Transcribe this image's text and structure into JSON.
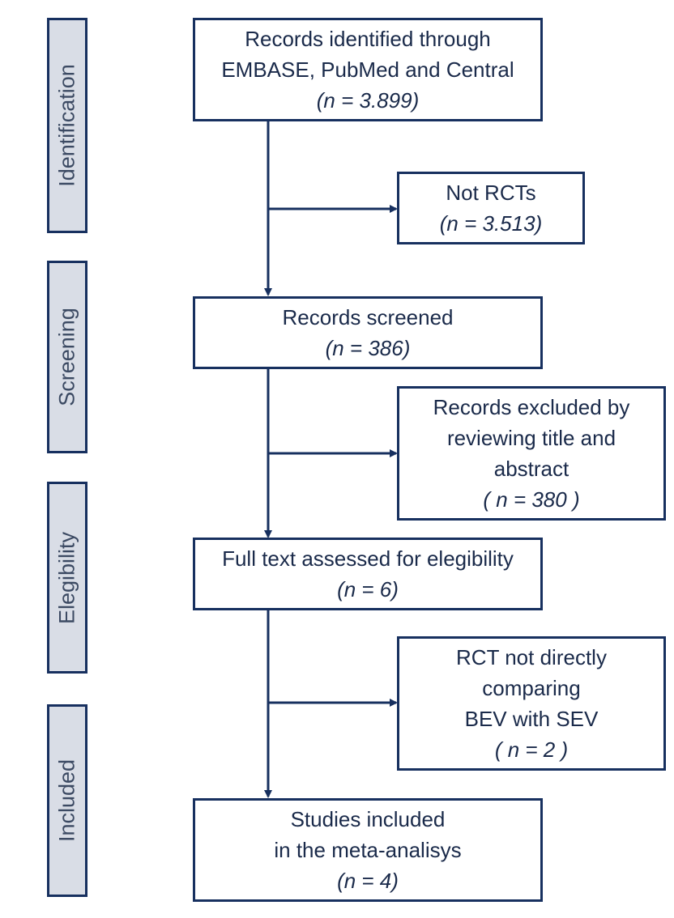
{
  "stages": {
    "identification": "Identification",
    "screening": "Screening",
    "elegibility": "Elegibility",
    "included": "Included"
  },
  "boxes": {
    "records_identified": {
      "lines": [
        "Records identified through",
        "EMBASE, PubMed and Central"
      ],
      "n": "(n = 3.899)"
    },
    "not_rcts": {
      "lines": [
        "Not RCTs"
      ],
      "n": "(n = 3.513)"
    },
    "records_screened": {
      "lines": [
        "Records screened"
      ],
      "n": "(n = 386)"
    },
    "records_excluded": {
      "lines": [
        "Records excluded by",
        "reviewing title and",
        "abstract"
      ],
      "n": "( n = 380 )"
    },
    "full_text": {
      "lines": [
        "Full text assessed for elegibility"
      ],
      "n": "(n = 6)"
    },
    "rct_not_comparing": {
      "lines": [
        "RCT not directly",
        "comparing",
        "BEV with SEV"
      ],
      "n": "( n = 2 )"
    },
    "studies_included": {
      "lines": [
        "Studies included",
        "in the meta-analisys"
      ],
      "n": "(n = 4)"
    }
  }
}
